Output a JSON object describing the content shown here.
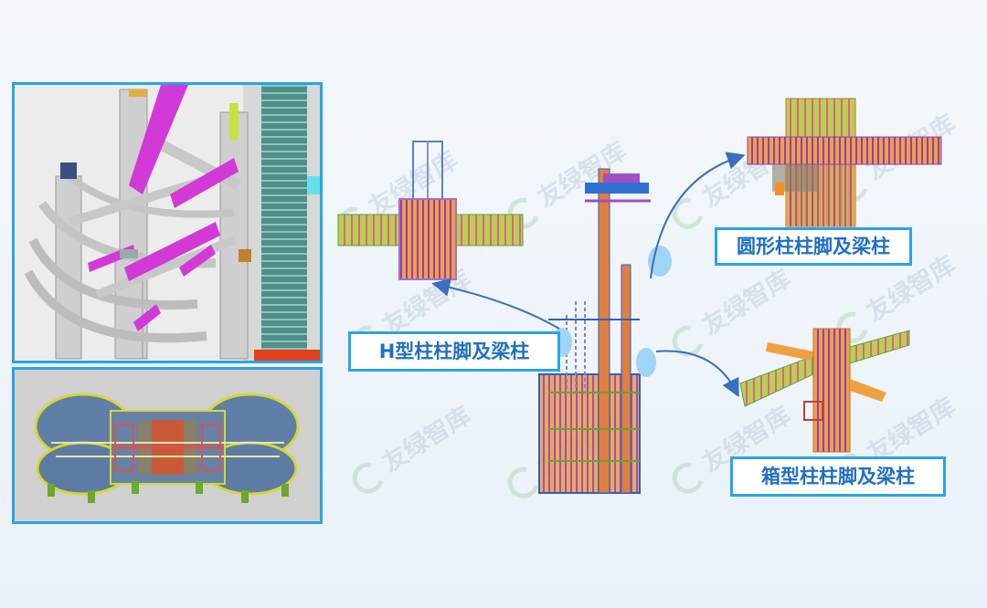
{
  "labels": {
    "h_column": "H型柱柱脚及梁柱",
    "round_column": "圆形柱柱脚及梁柱",
    "box_column": "箱型柱柱脚及梁柱"
  },
  "watermark": "友绿智库",
  "colors": {
    "frame_blue": "#2aa3e6",
    "label_text": "#1f6fc4",
    "arrow": "#3a6fc0",
    "bubble": "#9fd4f5"
  }
}
